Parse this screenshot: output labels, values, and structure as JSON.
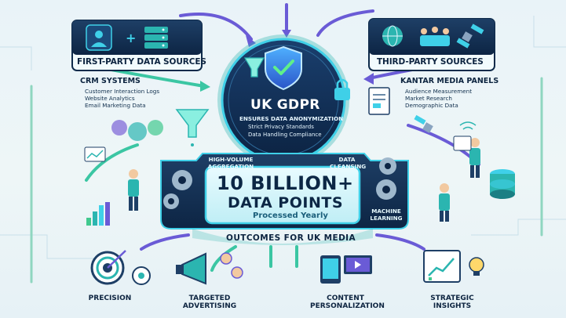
{
  "sources": {
    "first_party": {
      "title": "FIRST-PARTY DATA SOURCES",
      "list_head": "CRM SYSTEMS",
      "items": [
        "Customer Interaction Logs",
        "Website Analytics",
        "Email Marketing Data"
      ]
    },
    "third_party": {
      "title": "THIRD-PARTY SOURCES",
      "list_head": "KANTAR MEDIA PANELS",
      "items": [
        "Audience Measurement",
        "Market Research",
        "Demographic Data"
      ]
    }
  },
  "gdpr": {
    "title": "UK GDPR",
    "subtitle": "ENSURES DATA ANONYMIZATION",
    "items": [
      "Strict Privacy Standards",
      "Data Handling Compliance"
    ]
  },
  "processing": {
    "labels": [
      "HIGH-VOLUME AGGREGATION",
      "DATA CLEANSING",
      "MACHINE LEARNING"
    ],
    "headline_number": "10 BILLION+",
    "headline_label": "DATA POINTS",
    "headline_sub": "Processed Yearly"
  },
  "outcomes": {
    "title": "OUTCOMES FOR UK MEDIA",
    "items": [
      "PRECISION",
      "TARGETED ADVERTISING",
      "CONTENT PERSONALIZATION",
      "STRATEGIC INSIGHTS"
    ]
  },
  "colors": {
    "navy": "#0e2a4a",
    "teal": "#2bb5b0",
    "cyan": "#3fd0e8",
    "purple": "#6a5bd6",
    "green": "#41c98f"
  }
}
